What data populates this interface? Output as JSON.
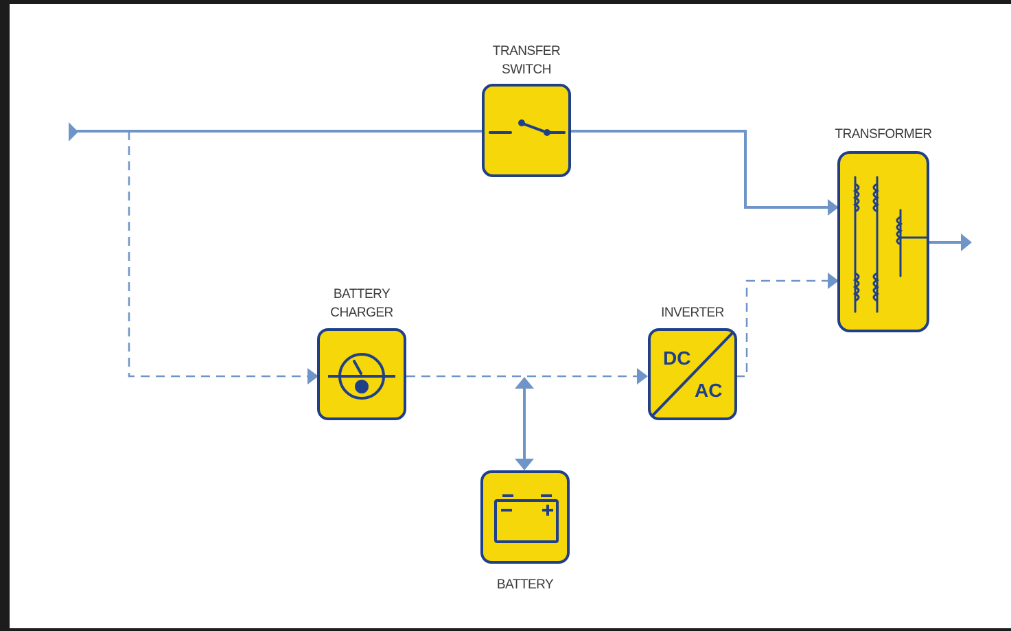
{
  "diagram": {
    "colors": {
      "block_fill": "#f5d70a",
      "block_border": "#1f3f8a",
      "line": "#6e94c8",
      "glyph": "#1f3f8a",
      "frame": "#1c1c1c"
    },
    "labels": {
      "transfer_switch": [
        "TRANSFER",
        "SWITCH"
      ],
      "transformer": "TRANSFORMER",
      "battery_charger": [
        "BATTERY",
        "CHARGER"
      ],
      "inverter": "INVERTER",
      "battery": "BATTERY"
    },
    "inverter_glyph": {
      "dc": "DC",
      "ac": "AC"
    },
    "icons": {
      "transfer_switch": "switch-icon",
      "transformer": "transformer-coils-icon",
      "battery_charger": "gauge-icon",
      "inverter": "dc-ac-icon",
      "battery": "battery-icon"
    },
    "connections": [
      {
        "from": "input",
        "to": "transfer_switch",
        "style": "solid"
      },
      {
        "from": "transfer_switch",
        "to": "transformer",
        "style": "solid"
      },
      {
        "from": "input",
        "to": "battery_charger",
        "style": "dashed"
      },
      {
        "from": "battery_charger",
        "to": "inverter",
        "style": "dashed"
      },
      {
        "from": "inverter",
        "to": "transformer",
        "style": "dashed"
      },
      {
        "from": "battery",
        "to": "dc_bus",
        "style": "solid",
        "bidirectional": true
      },
      {
        "from": "transformer",
        "to": "output",
        "style": "solid"
      }
    ]
  }
}
